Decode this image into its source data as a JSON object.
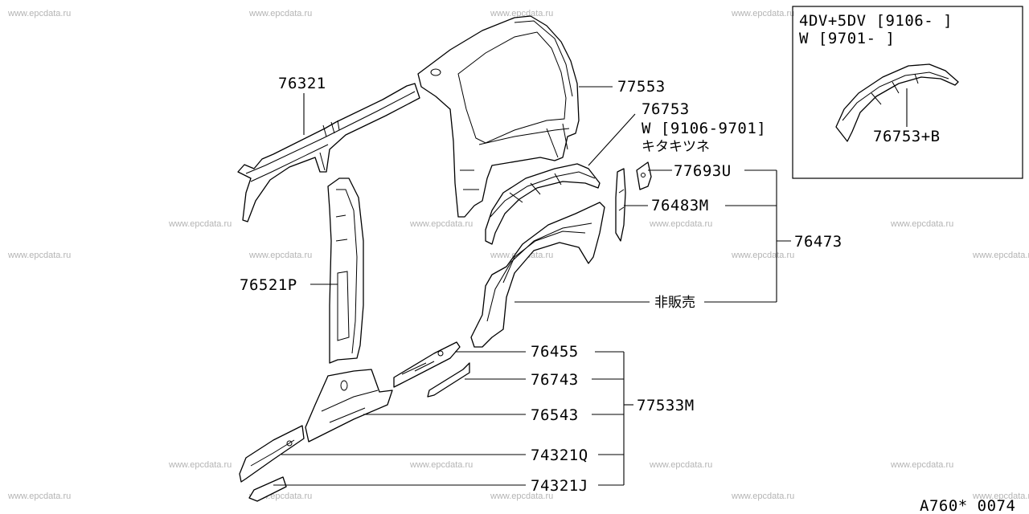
{
  "watermark": "www.epcdata.ru",
  "diagram_code": "A760* 0074",
  "inset": {
    "line1": "4DV+5DV [9106-     ]",
    "line2": "W [9701-     ]",
    "part": "76753+B"
  },
  "labels": {
    "p76321": "76321",
    "p77553": "77553",
    "p76753": "76753",
    "p76753_note1": "W [9106-9701]",
    "p76753_note2": "キタキツネ",
    "p77693U": "77693U",
    "p76483M": "76483M",
    "p76473": "76473",
    "p76521P": "76521P",
    "not_sold": "非販売",
    "p76455": "76455",
    "p76743": "76743",
    "p77533M": "77533M",
    "p76543": "76543",
    "p74321Q": "74321Q",
    "p74321J": "74321J"
  }
}
